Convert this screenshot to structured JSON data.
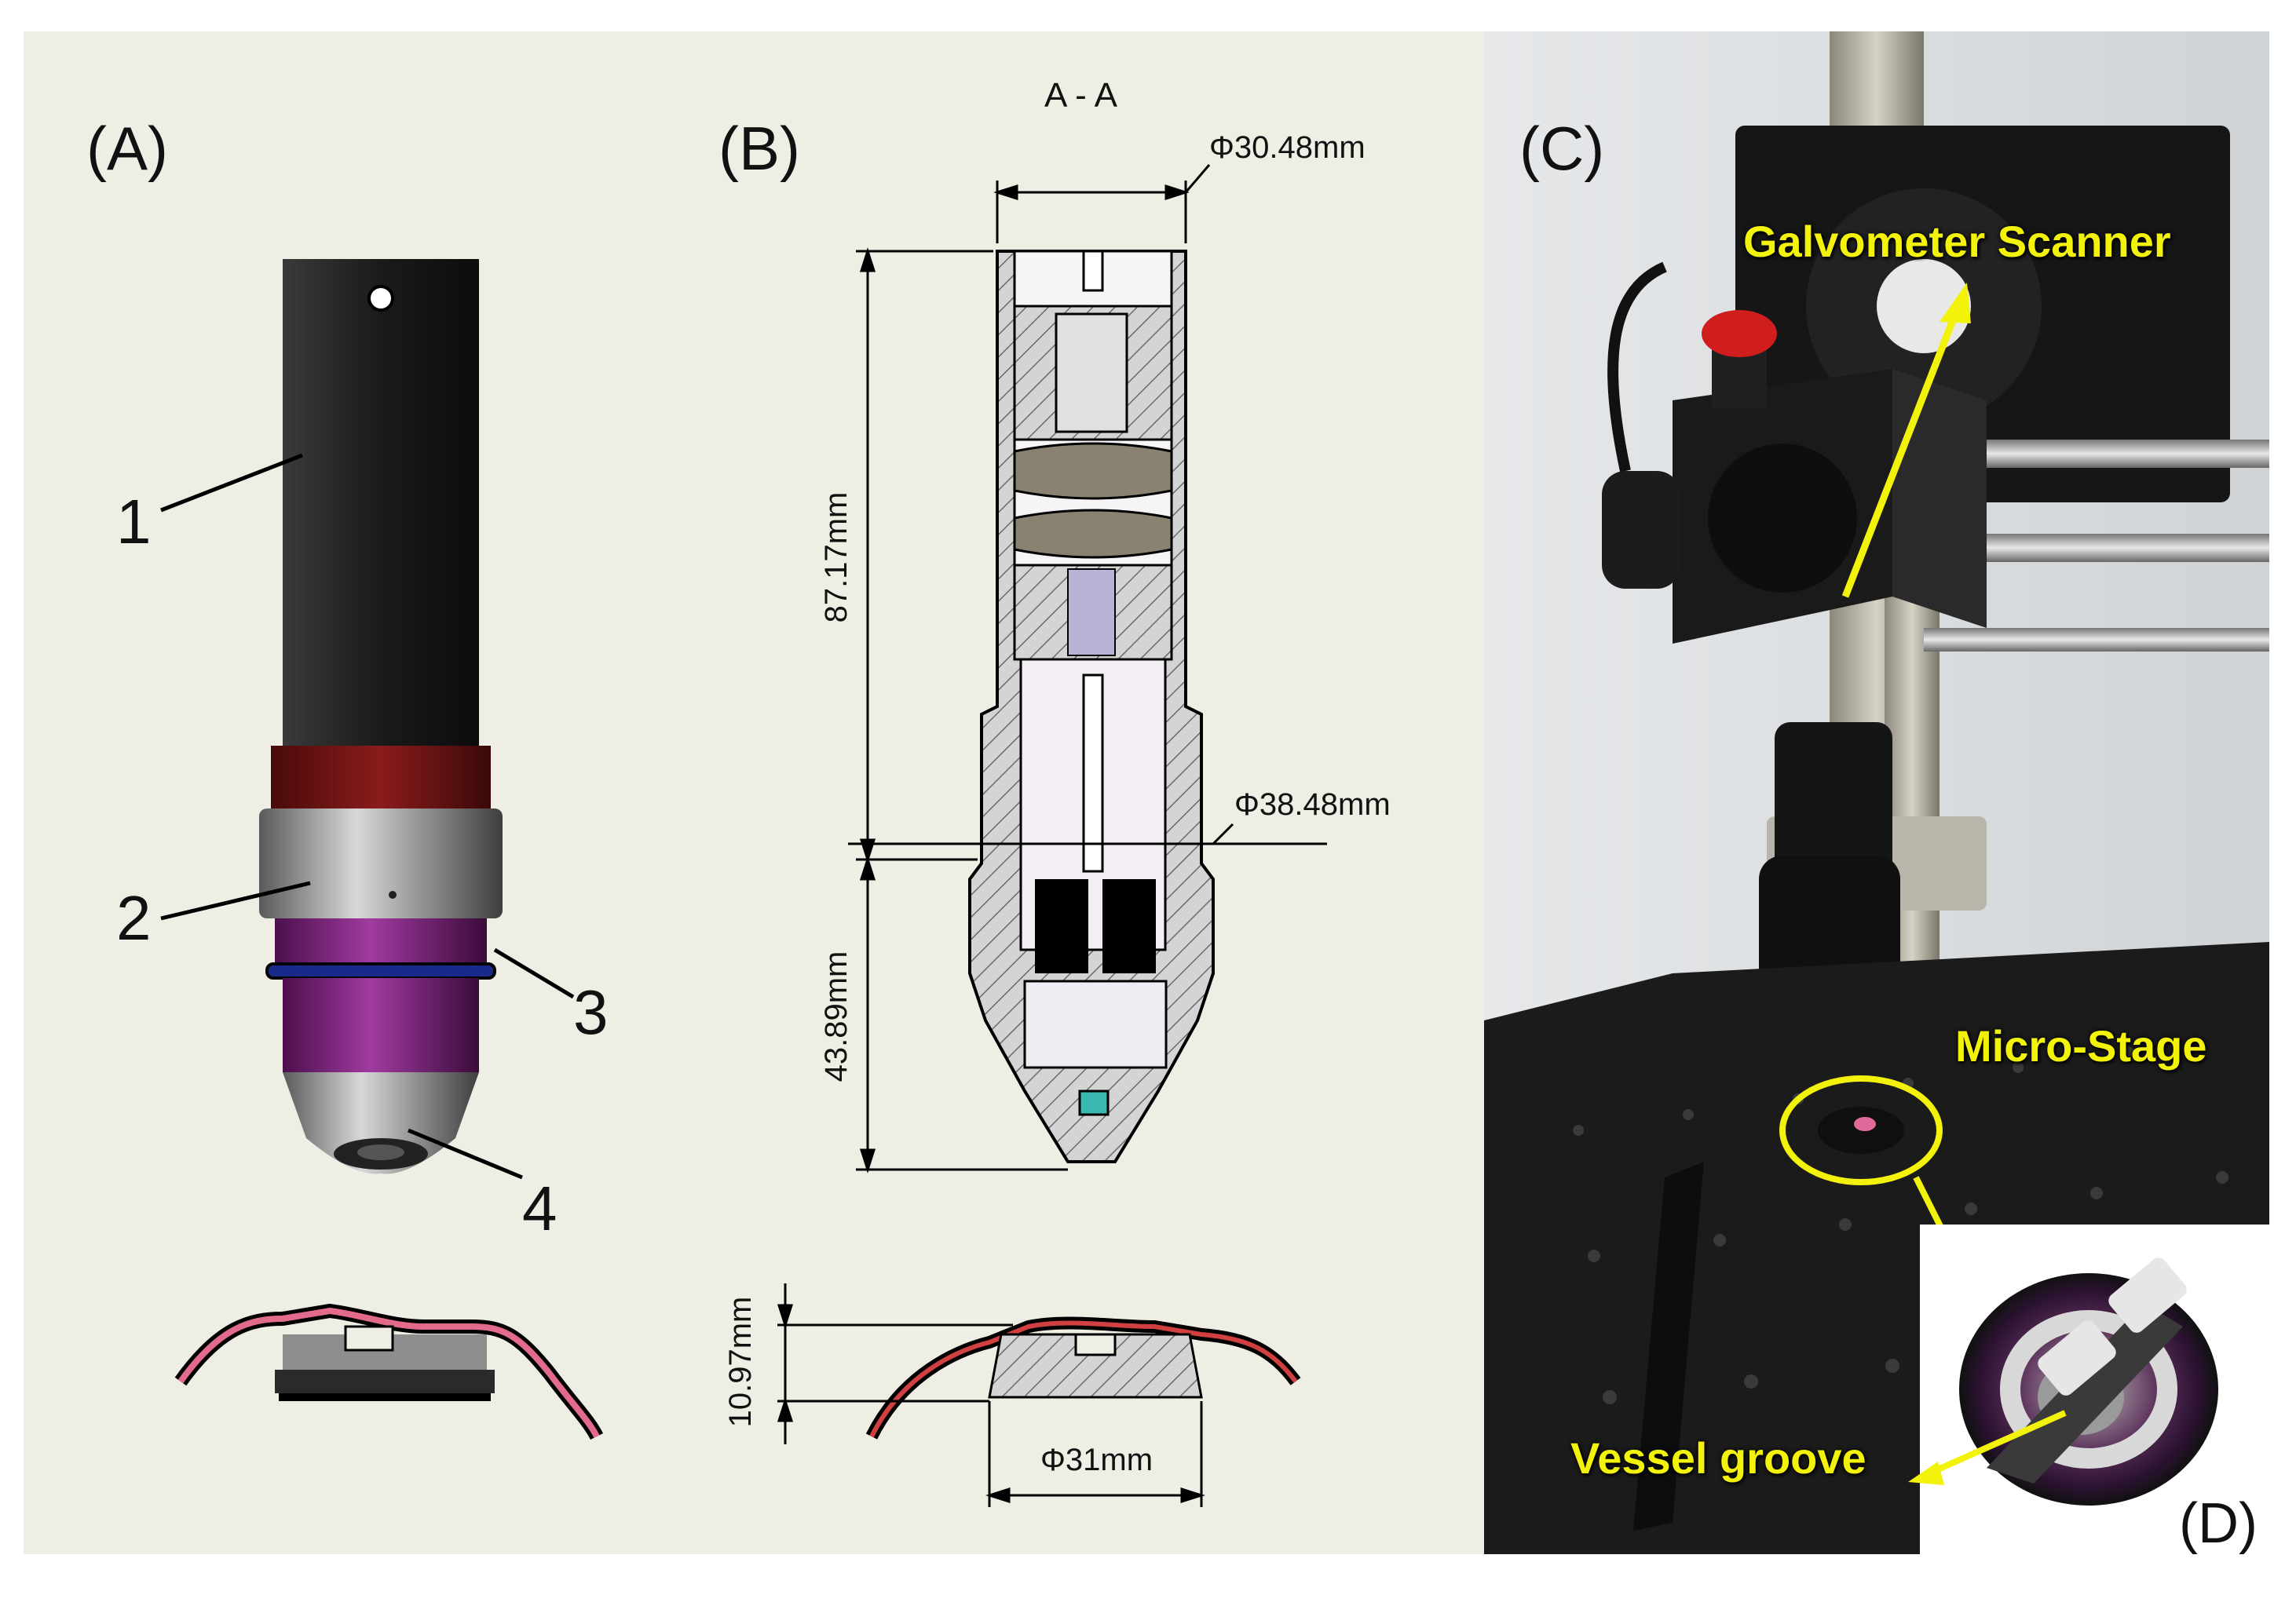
{
  "panel_labels": {
    "a": "(A)",
    "b": "(B)",
    "c": "(C)",
    "d": "(D)"
  },
  "section_title": "A - A",
  "callouts": [
    "1",
    "2",
    "3",
    "4"
  ],
  "dimensions": {
    "top_diameter": "Φ30.48mm",
    "mid_diameter": "Φ38.48mm",
    "upper_length": "87.17mm",
    "lower_length": "43.89mm",
    "stage_height": "10.97mm",
    "stage_diameter": "Φ31mm"
  },
  "annotations": {
    "scanner": "Galvometer Scanner",
    "stage": "Micro-Stage",
    "groove": "Vessel groove"
  },
  "colors": {
    "annotation": "#f2f20a",
    "drawing_bg": "#eeeee4",
    "tube": "#1e1e1e",
    "ring_red": "#7a1414",
    "ring_purple": "#7a1f7a"
  }
}
